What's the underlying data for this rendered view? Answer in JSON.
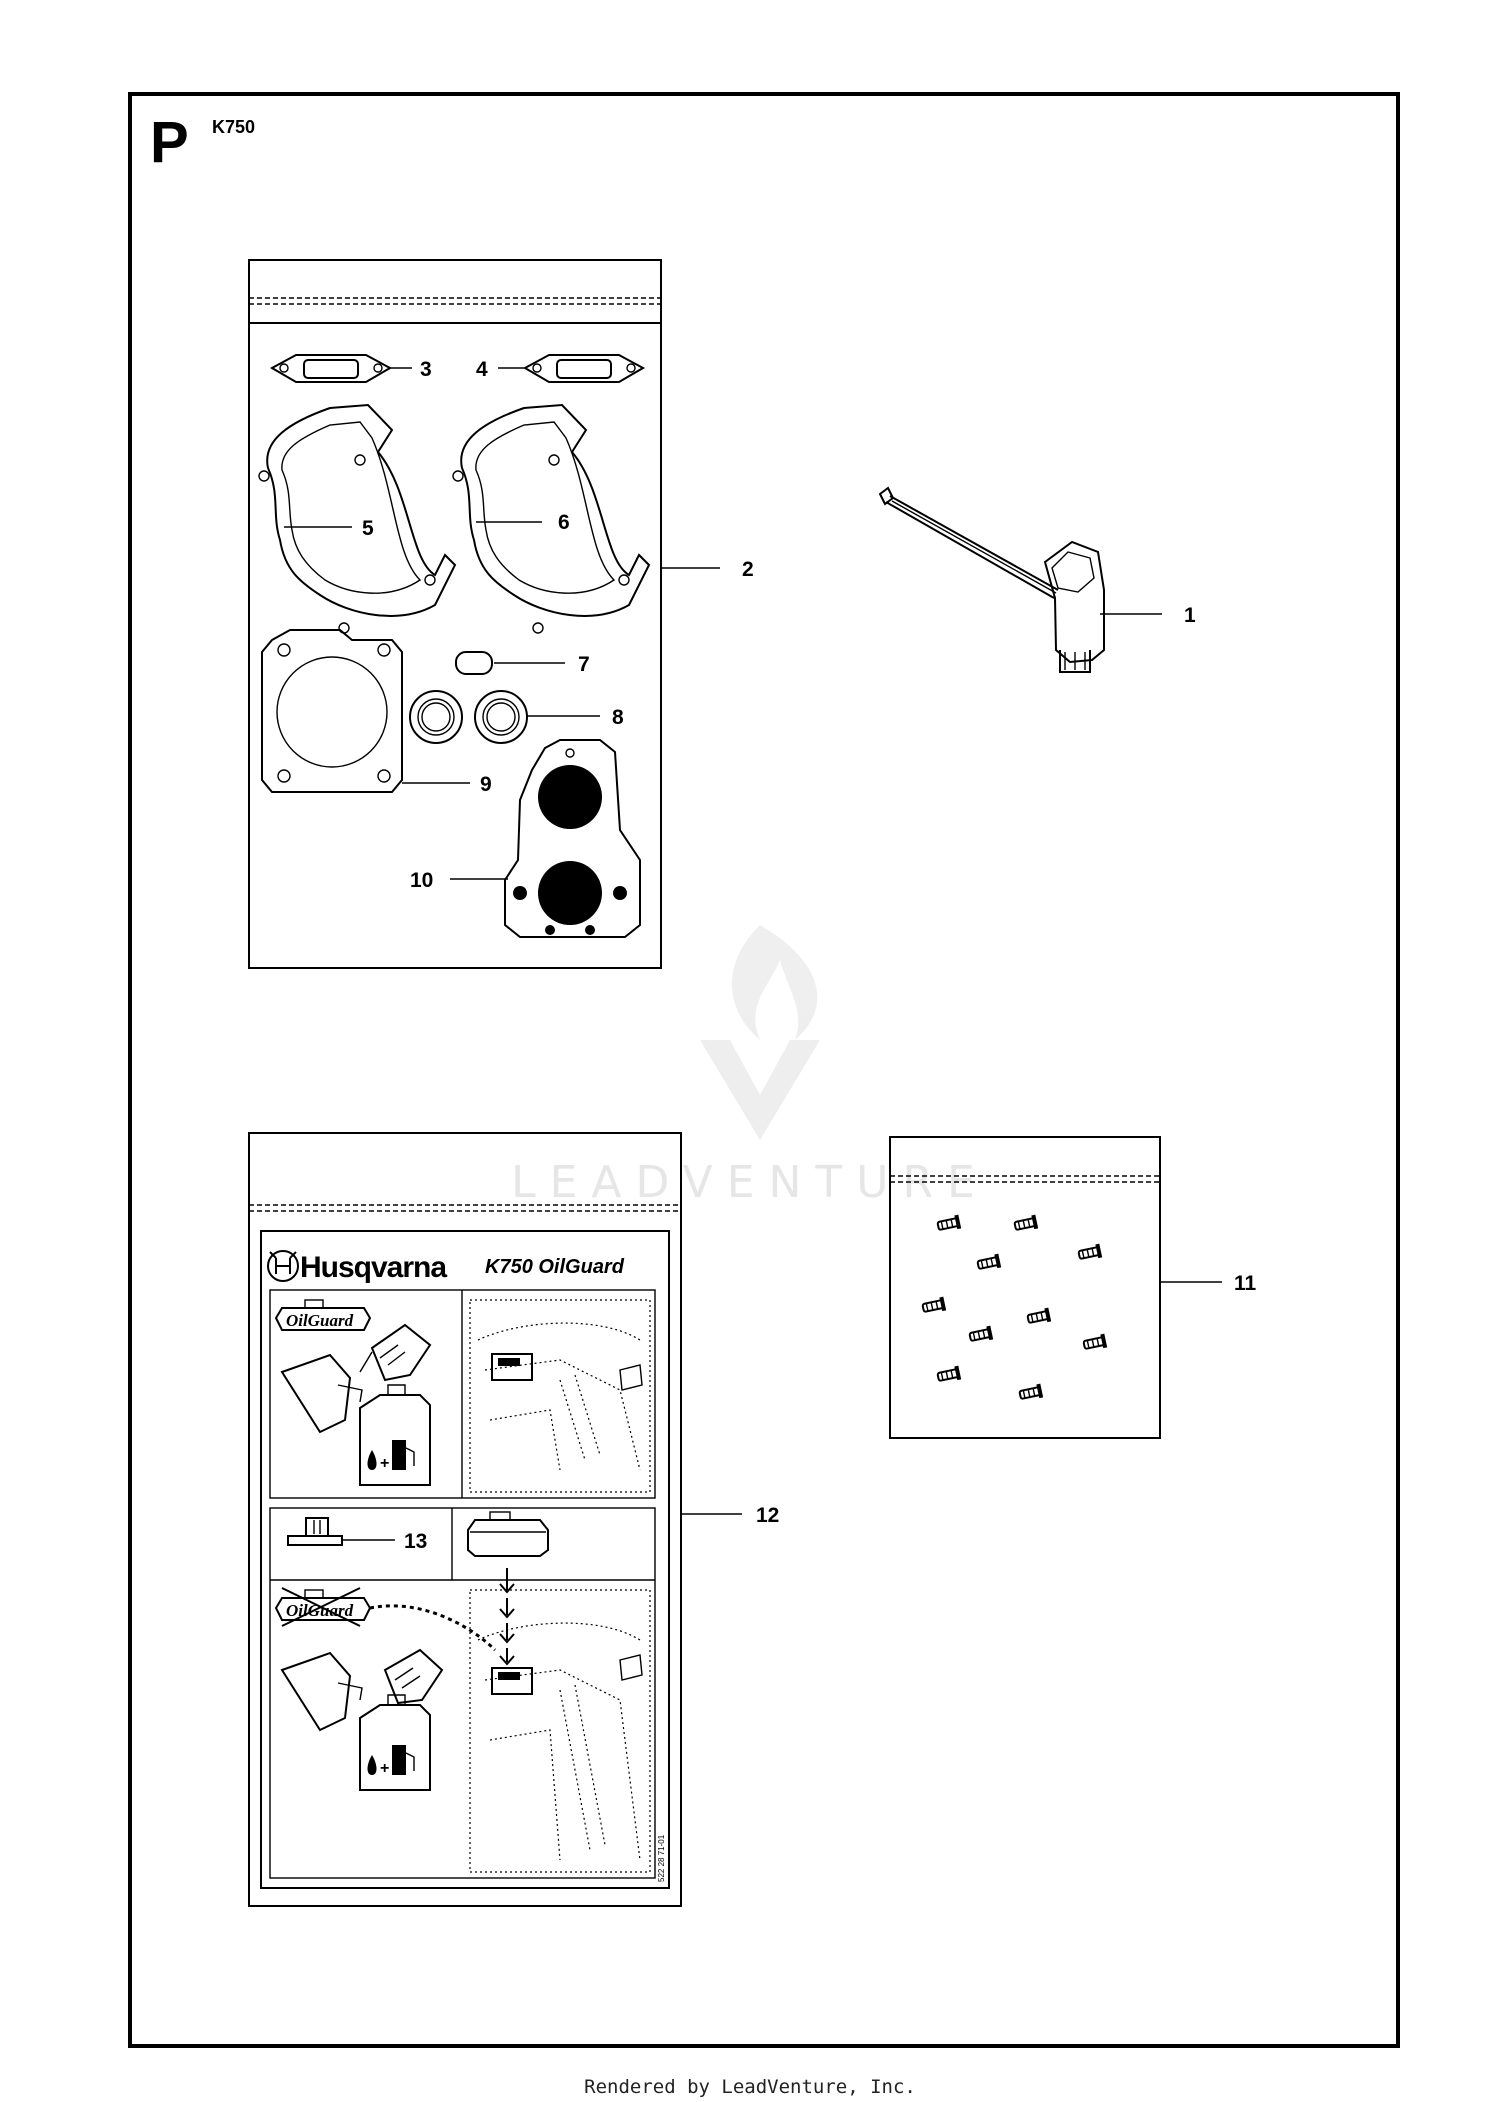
{
  "page": {
    "section_letter": "P",
    "model": "K750",
    "watermark": "LEADVENTURE",
    "footer": "Rendered by LeadVenture, Inc."
  },
  "callouts": [
    "1",
    "2",
    "3",
    "4",
    "5",
    "6",
    "7",
    "8",
    "9",
    "10",
    "11",
    "12",
    "13"
  ],
  "decal": {
    "brand": "Husqvarna",
    "product": "K750 OilGuard",
    "badge": "OilGuard",
    "code": "522 28 71-01"
  }
}
